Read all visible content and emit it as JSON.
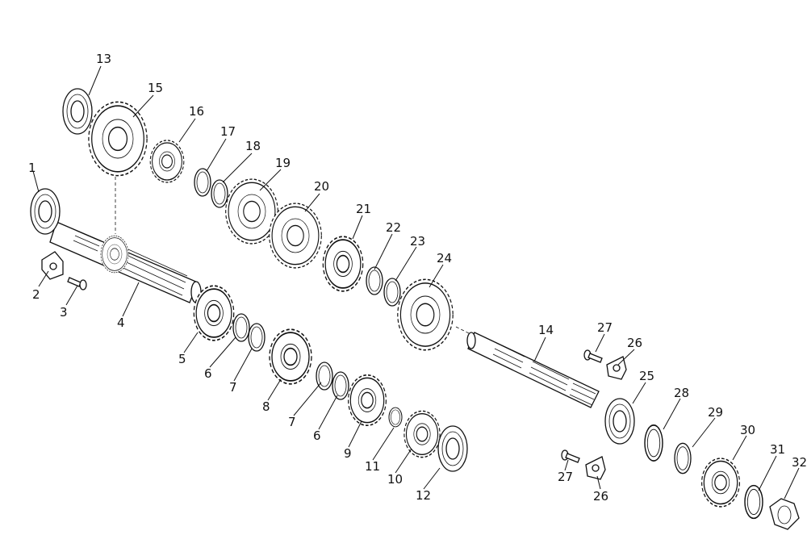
{
  "diagram": {
    "callouts": [
      {
        "id": "c1",
        "text": "1"
      },
      {
        "id": "c2",
        "text": "2"
      },
      {
        "id": "c3",
        "text": "3"
      },
      {
        "id": "c4",
        "text": "4"
      },
      {
        "id": "c5",
        "text": "5"
      },
      {
        "id": "c6a",
        "text": "6"
      },
      {
        "id": "c6b",
        "text": "6"
      },
      {
        "id": "c7a",
        "text": "7"
      },
      {
        "id": "c7b",
        "text": "7"
      },
      {
        "id": "c8",
        "text": "8"
      },
      {
        "id": "c9",
        "text": "9"
      },
      {
        "id": "c10",
        "text": "10"
      },
      {
        "id": "c11",
        "text": "11"
      },
      {
        "id": "c12",
        "text": "12"
      },
      {
        "id": "c13",
        "text": "13"
      },
      {
        "id": "c14",
        "text": "14"
      },
      {
        "id": "c15",
        "text": "15"
      },
      {
        "id": "c16",
        "text": "16"
      },
      {
        "id": "c17",
        "text": "17"
      },
      {
        "id": "c18",
        "text": "18"
      },
      {
        "id": "c19",
        "text": "19"
      },
      {
        "id": "c20",
        "text": "20"
      },
      {
        "id": "c21",
        "text": "21"
      },
      {
        "id": "c22",
        "text": "22"
      },
      {
        "id": "c23",
        "text": "23"
      },
      {
        "id": "c24",
        "text": "24"
      },
      {
        "id": "c25",
        "text": "25"
      },
      {
        "id": "c26a",
        "text": "26"
      },
      {
        "id": "c26b",
        "text": "26"
      },
      {
        "id": "c27a",
        "text": "27"
      },
      {
        "id": "c27b",
        "text": "27"
      },
      {
        "id": "c28",
        "text": "28"
      },
      {
        "id": "c29",
        "text": "29"
      },
      {
        "id": "c30",
        "text": "30"
      },
      {
        "id": "c31",
        "text": "31"
      },
      {
        "id": "c32",
        "text": "32"
      }
    ]
  }
}
